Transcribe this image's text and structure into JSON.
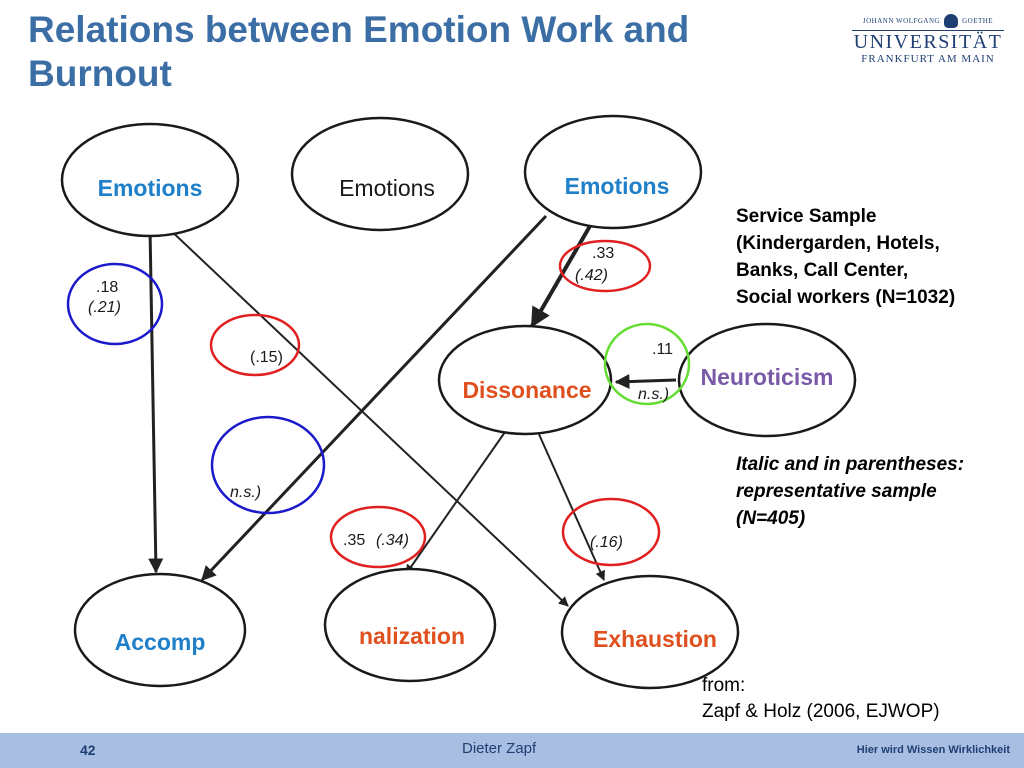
{
  "slide": {
    "title": "Relations between Emotion Work and Burnout"
  },
  "logo": {
    "line1_left": "JOHANN WOLFGANG",
    "line1_right": "GOETHE",
    "line2": "UNIVERSITÄT",
    "line3": "FRANKFURT AM MAIN"
  },
  "nodes": {
    "emotions_left": "Emotions",
    "emotions_middle": "Emotions",
    "emotions_right": "Emotions",
    "dissonance": "Dissonance",
    "neuroticism": "Neuroticism",
    "accomp": "Accomp",
    "nalization": "nalization",
    "exhaustion": "Exhaustion"
  },
  "coefficients": {
    "c1_main": ".18",
    "c1_rep": "(.21)",
    "c2": "(.15)",
    "c3": "n.s.)",
    "c4_main": ".33",
    "c4_rep": "(.42)",
    "c5_main": ".11",
    "c5_rep": "n.s.)",
    "c6_main": ".35",
    "c6_rep": "(.34)",
    "c7": "(.16)"
  },
  "notes": {
    "sample": [
      "Service Sample",
      "(Kindergarden, Hotels,",
      "Banks, Call Center,",
      "Social workers (N=1032)"
    ],
    "legend": [
      "Italic and in parentheses:",
      "representative sample",
      "(N=405)"
    ],
    "source": [
      "from:",
      "Zapf & Holz (2006, EJWOP)"
    ]
  },
  "footer": {
    "page": "42",
    "author": "Dieter Zapf",
    "slogan": "Hier wird Wissen Wirklichkeit"
  },
  "colors": {
    "title": "#3c6ea6",
    "node_blue": "#1f7fc8",
    "node_orange": "#e0501e",
    "node_purple": "#7a5aa8",
    "ring_red": "#e02020",
    "ring_blue": "#1a1acc",
    "ring_green": "#66dd33",
    "footer_bg": "#a8bfe3"
  }
}
